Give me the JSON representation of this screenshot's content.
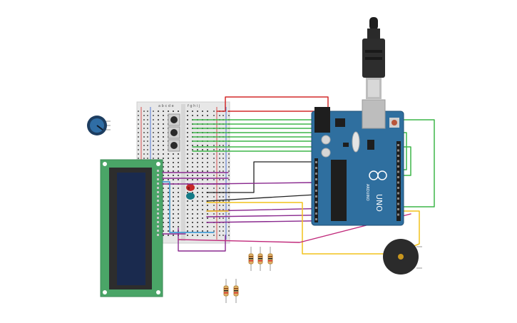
{
  "canvas": {
    "background": "#ffffff"
  },
  "colors": {
    "board": "#2f6f9f",
    "board_dark": "#1f4f75",
    "breadboard": "#e6e6e6",
    "lcd_pcb": "#4aa567",
    "lcd_screen": "#1a2a4e",
    "wire_red": "#d42a2a",
    "wire_green": "#3db548",
    "wire_purple": "#8a2a8f",
    "wire_black": "#222222",
    "wire_yellow": "#f2c21b",
    "wire_blue": "#2a8fd0",
    "wire_magenta": "#c0287a",
    "led_red": "#c62828",
    "led_teal": "#137a86",
    "buzzer": "#2b2b2b",
    "buzzer_center": "#c8961e",
    "pot": "#214e7d"
  },
  "arduino": {
    "logo_text": "UNO",
    "brand_text": "ARDUINO"
  },
  "breadboard": {
    "column_letters": [
      "a",
      "b",
      "c",
      "d",
      "e",
      "f",
      "g",
      "h",
      "i",
      "j"
    ]
  },
  "components": {
    "lcd": "lcd-16x2",
    "potentiometer": "potentiometer",
    "buzzer": "piezo-buzzer",
    "usb": "usb-cable",
    "buttons": [
      "pushbutton",
      "pushbutton",
      "pushbutton"
    ],
    "leds": [
      "red",
      "teal"
    ],
    "resistors": 5
  }
}
